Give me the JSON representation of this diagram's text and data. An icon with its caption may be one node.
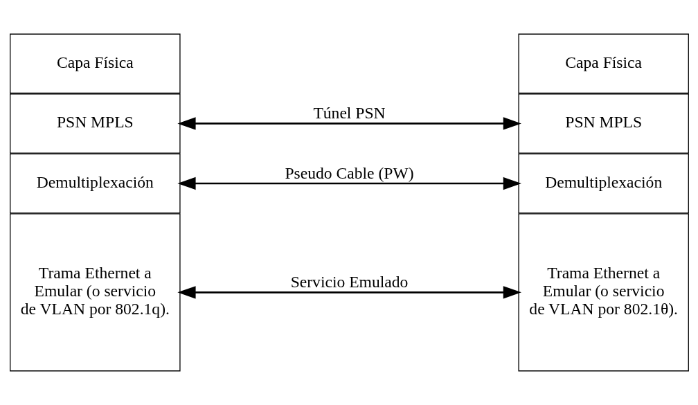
{
  "diagram": {
    "nodes": [
      {
        "text": [
          "Trama Ethernet a Emular (o servicio de VLAN por 802.1q)."
        ]
      },
      {
        "text": [
          "Demultiplexación"
        ]
      },
      {
        "text": [
          "PSN MPLS"
        ]
      },
      {
        "text": [
          "Capa Física"
        ]
      },
      {
        "text": [
          "Trama Ethernet a Emular (o servicio de VLAN por 802.1θ)."
        ]
      },
      {
        "text": [
          "Demultiplexación"
        ]
      },
      {
        "text": [
          "PSN MPLS"
        ]
      },
      {
        "text": [
          "Capa Física"
        ]
      }
    ],
    "edges": [
      {
        "from": 0,
        "to": 4,
        "arrow": "both",
        "label": "Servicio Emulado"
      },
      {
        "from": 1,
        "to": 5,
        "arrow": "both",
        "label": "Pseudo Cable (PW)"
      },
      {
        "from": 2,
        "to": 6,
        "arrow": "both",
        "label": "Túnel PSN"
      }
    ]
  }
}
